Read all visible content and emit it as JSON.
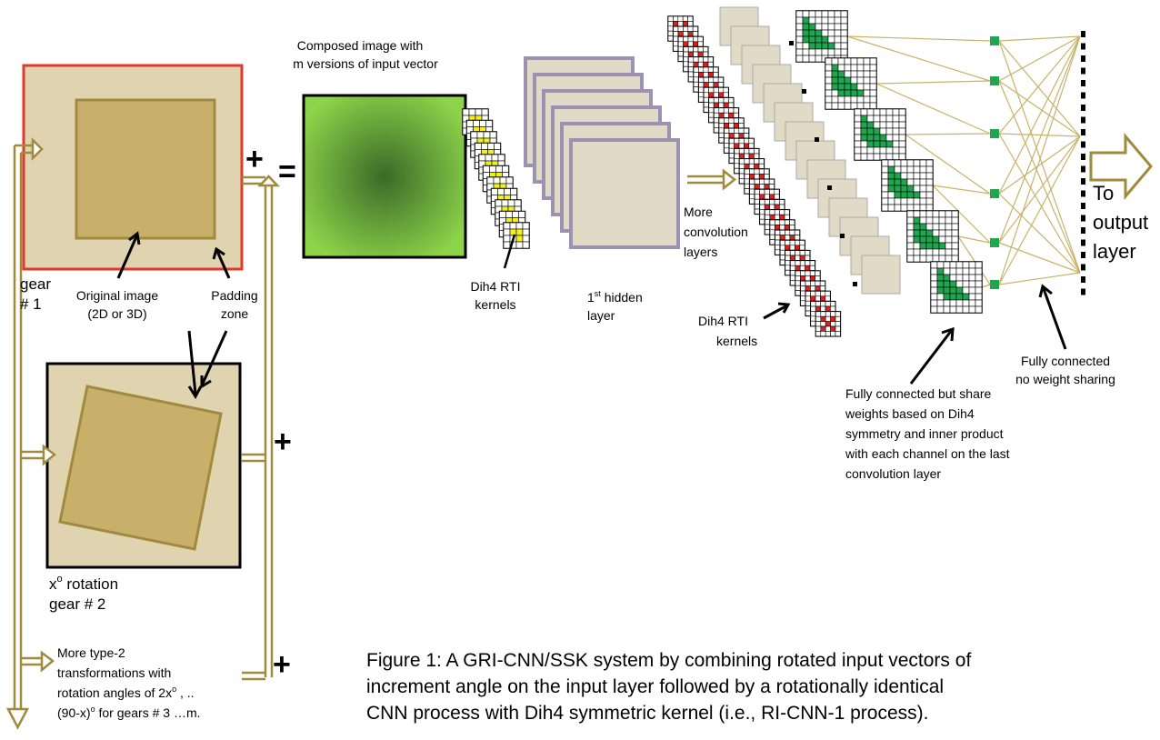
{
  "colors": {
    "beige": "#e0d3b0",
    "olive": "#a08a3e",
    "red_border": "#e03a2c",
    "green_gradient_outer": "#8ed44a",
    "green_gradient_inner": "#3a6a28",
    "kernel_yellow": "#f2ef1a",
    "kernel_red": "#e0201c",
    "kernel_green": "#1fa64f",
    "map_fill": "#e1dac7",
    "map_border": "#9c93b3",
    "connection": "#c8b26a"
  },
  "labels": {
    "composed_line1": "Composed image with",
    "composed_line2": "m versions of input vector",
    "gear1_line1": "gear",
    "gear1_line2": "# 1",
    "original_line1": "Original image",
    "original_line2": "(2D or 3D)",
    "padding_line1": "Padding",
    "padding_line2": "zone",
    "rotation_line1_x": "x",
    "rotation_line1_deg": "o",
    "rotation_line1_rest": " rotation",
    "rotation_line2": "gear # 2",
    "more_line1": "More type-2",
    "more_line2": "transformations with",
    "more_line3a": "rotation angles of  2x",
    "more_line3b": "o",
    "more_line3c": " , ..",
    "more_line4a": "(90-x)",
    "more_line4b": "o",
    "more_line4c": " for gears # 3 …m.",
    "dih4_top_line1": "Dih4 RTI",
    "dih4_top_line2": "kernels",
    "hidden_line1a": "1",
    "hidden_line1b": "st",
    "hidden_line1c": " hidden",
    "hidden_line2": "layer",
    "more_conv_line1": "More",
    "more_conv_line2": "convolution",
    "more_conv_line3": "layers",
    "dih4_bottom_line1": "Dih4 RTI",
    "dih4_bottom_line2": "kernels",
    "to_line1": "To",
    "to_line2": "output",
    "to_line3": "layer",
    "fc_share_line1": "Fully connected but share",
    "fc_share_line2": "weights based on Dih4",
    "fc_share_line3": "symmetry and inner product",
    "fc_share_line4": "with each channel on the last",
    "fc_share_line5": "convolution layer",
    "fc_nows_line1": "Fully connected",
    "fc_nows_line2": "no weight sharing",
    "plus": "+",
    "equals": "=",
    "caption_line1": "Figure 1: A GRI-CNN/SSK system by combining rotated input vectors of",
    "caption_line2": "increment angle on the input layer followed by a rotationally identical",
    "caption_line3": "CNN process with Dih4 symmetric kernel (i.e., RI-CNN-1 process)."
  }
}
